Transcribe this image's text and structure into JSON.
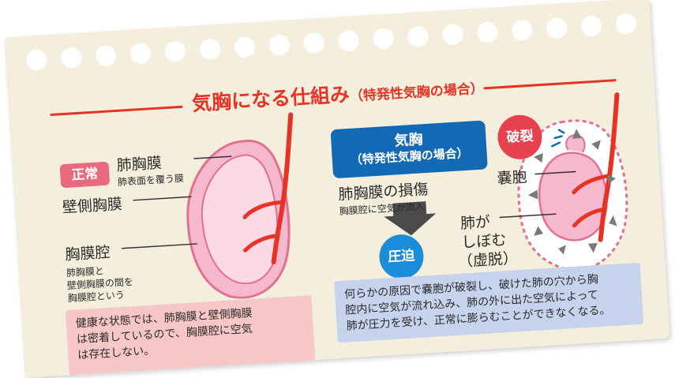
{
  "title": {
    "main": "気胸になる仕組み",
    "sub": "（特発性気胸の場合）"
  },
  "normal": {
    "badge": "正常",
    "visceral_pleura": "肺胸膜",
    "visceral_pleura_desc": "肺表面を覆う膜",
    "parietal_pleura": "壁側胸膜",
    "pleural_cavity": "胸膜腔",
    "pleural_cavity_desc": [
      "肺胸膜と",
      "壁側胸膜の間を",
      "胸膜腔という"
    ],
    "note": [
      "健康な状態では、肺胸膜と壁側胸膜",
      "は密着しているので、胸膜腔に空気",
      "は存在しない。"
    ]
  },
  "pneumothorax": {
    "badge_line1": "気胸",
    "badge_line2": "（特発性気胸の場合）",
    "rupture": "破裂",
    "injury": "肺胸膜の損傷",
    "inflow": "胸膜腔に空気が流入",
    "pressure": "圧迫",
    "cyst": "嚢胞",
    "lung_label": [
      "肺が",
      "しぼむ",
      "（虚脱）"
    ],
    "note": [
      "何らかの原因で嚢胞が破裂し、破けた肺の穴から胸",
      "腔内に空気が流れ込み、肺の外に出た空気によって",
      "肺が圧力を受け、正常に膨らむことができなくなる。"
    ]
  },
  "colors": {
    "accent_red": "#e73325",
    "paper": "#f4efdd",
    "lung_pink": "#f6b8cf",
    "blue": "#1469b4"
  }
}
